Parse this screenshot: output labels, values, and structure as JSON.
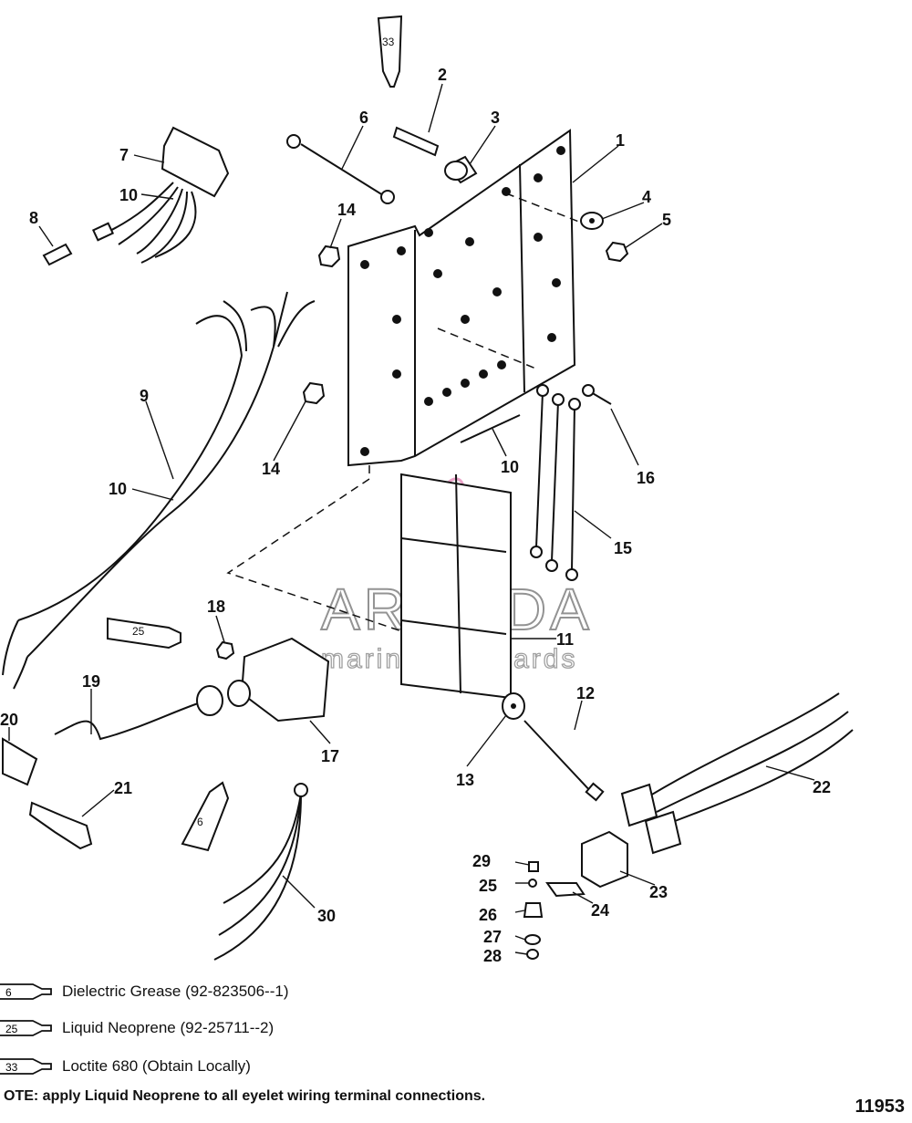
{
  "callouts": [
    {
      "id": "c1",
      "text": "1"
    },
    {
      "id": "c2",
      "text": "2"
    },
    {
      "id": "c3",
      "text": "3"
    },
    {
      "id": "c4",
      "text": "4"
    },
    {
      "id": "c5",
      "text": "5"
    },
    {
      "id": "c6",
      "text": "6"
    },
    {
      "id": "c7",
      "text": "7"
    },
    {
      "id": "c8",
      "text": "8"
    },
    {
      "id": "c9",
      "text": "9"
    },
    {
      "id": "c10a",
      "text": "10"
    },
    {
      "id": "c10b",
      "text": "10"
    },
    {
      "id": "c10c",
      "text": "10"
    },
    {
      "id": "c11",
      "text": "11"
    },
    {
      "id": "c12",
      "text": "12"
    },
    {
      "id": "c13",
      "text": "13"
    },
    {
      "id": "c14a",
      "text": "14"
    },
    {
      "id": "c14b",
      "text": "14"
    },
    {
      "id": "c15",
      "text": "15"
    },
    {
      "id": "c16",
      "text": "16"
    },
    {
      "id": "c17",
      "text": "17"
    },
    {
      "id": "c18",
      "text": "18"
    },
    {
      "id": "c19",
      "text": "19"
    },
    {
      "id": "c20",
      "text": "20"
    },
    {
      "id": "c21",
      "text": "21"
    },
    {
      "id": "c22",
      "text": "22"
    },
    {
      "id": "c23",
      "text": "23"
    },
    {
      "id": "c24",
      "text": "24"
    },
    {
      "id": "c25",
      "text": "25"
    },
    {
      "id": "c26",
      "text": "26"
    },
    {
      "id": "c27",
      "text": "27"
    },
    {
      "id": "c28",
      "text": "28"
    },
    {
      "id": "c29",
      "text": "29"
    },
    {
      "id": "c30",
      "text": "30"
    }
  ],
  "tubes": {
    "t33": "33",
    "t25": "25",
    "t6": "6"
  },
  "watermark": {
    "brand": "ARMADA",
    "tagline": "marine outboards"
  },
  "legend": [
    {
      "code": "6",
      "text": "Dielectric Grease (92-823506--1)"
    },
    {
      "code": "25",
      "text": "Liquid Neoprene (92-25711--2)"
    },
    {
      "code": "33",
      "text": "Loctite 680 (Obtain Locally)"
    }
  ],
  "note": "OTE: apply Liquid Neoprene to all eyelet wiring terminal connections.",
  "figure_id": "11953"
}
